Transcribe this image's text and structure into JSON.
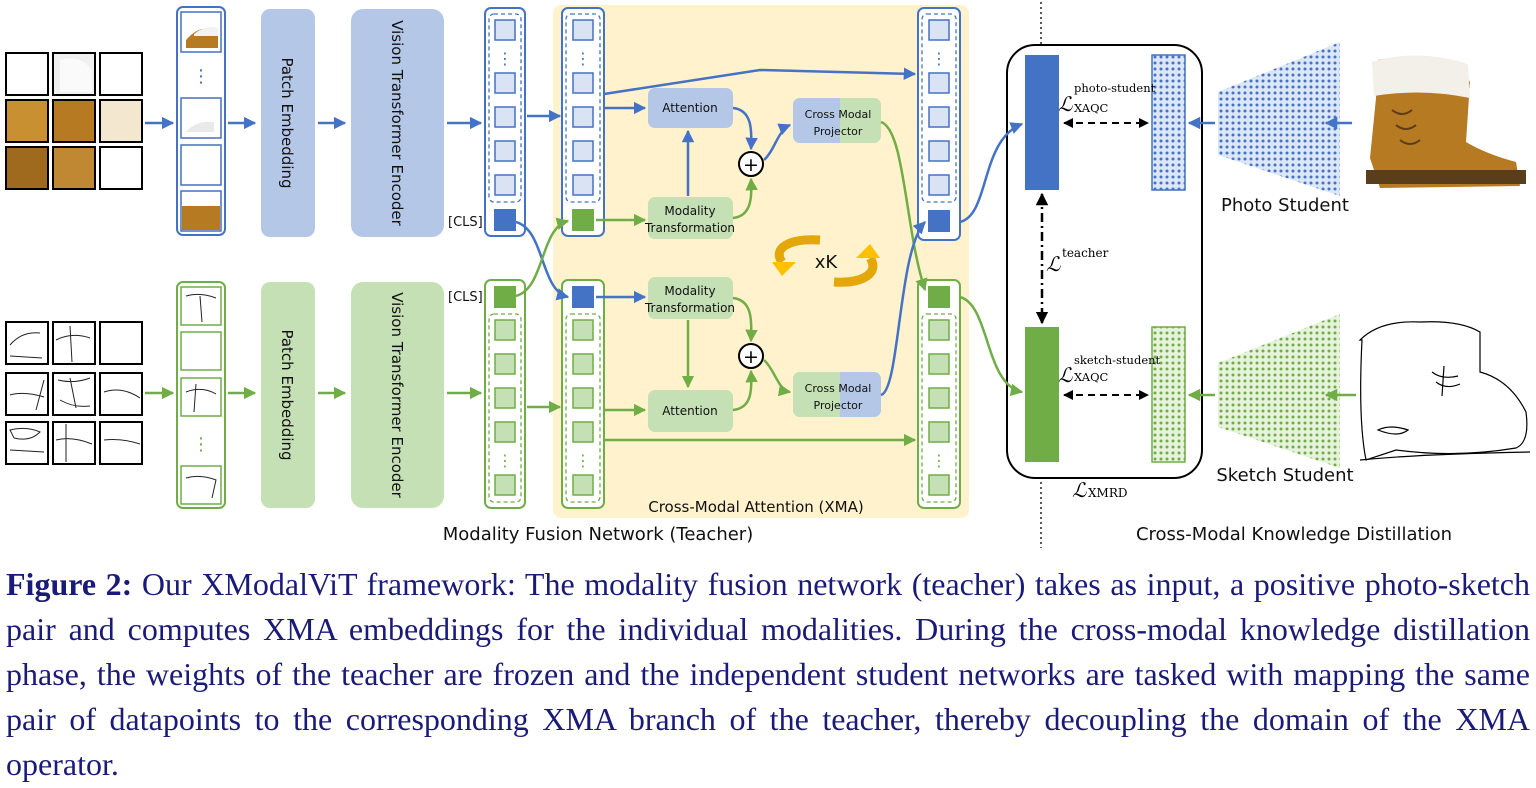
{
  "labels": {
    "patch_embedding": "Patch Embedding",
    "vit_encoder": "Vision Transformer Encoder",
    "cls": "[CLS]",
    "attention": "Attention",
    "modality_transformation_1": "Modality",
    "modality_transformation_2": "Transformation",
    "cmp_1": "Cross Modal",
    "cmp_2": "Projector",
    "repeat": "xK",
    "plus": "+",
    "dots": "⋮",
    "xma": "Cross-Modal Attention (XMA)",
    "teacher_title": "Modality Fusion Network (Teacher)",
    "kd_title": "Cross-Modal Knowledge Distillation",
    "photo_student": "Photo Student",
    "sketch_student": "Sketch Student",
    "loss_L": "ℒ",
    "loss_photo_sup": "photo-student",
    "loss_sketch_sup": "sketch-student",
    "loss_xaqc_sub": "XAQC",
    "loss_teacher_sup": "teacher",
    "loss_xmrd_sub": "XMRD"
  },
  "caption": {
    "label": "Figure 2:",
    "text": " Our XModalViT framework: The modality fusion network (teacher) takes as input, a positive photo-sketch pair and computes XMA embeddings for the individual modalities. During the cross-modal knowledge distillation phase, the weights of the teacher are frozen and the independent student networks are tasked with mapping the same pair of datapoints to the corresponding XMA branch of the teacher, thereby decoupling the domain of the XMA operator."
  },
  "colors": {
    "blue": "#4472c4",
    "light_blue": "#b4c7e7",
    "token_blue": "#dae3f3",
    "green": "#70ad47",
    "light_green": "#c5e0b4",
    "token_green": "#c5e0b4",
    "xma_bg": "#fff2cc",
    "caption": "#1a1a78"
  }
}
